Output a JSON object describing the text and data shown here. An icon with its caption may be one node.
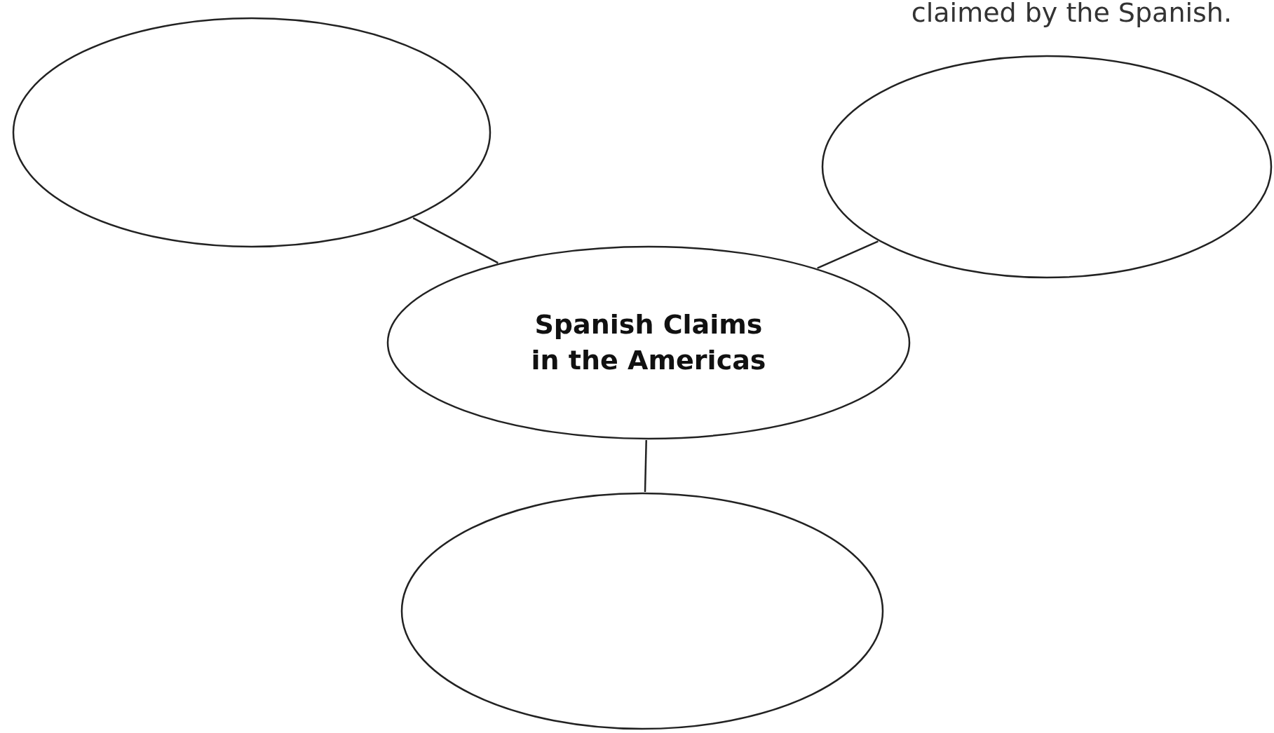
{
  "diagram": {
    "nodes": [
      {
        "text": [],
        "shape": "ellipse"
      },
      {
        "text": [],
        "shape": "ellipse"
      },
      {
        "text": [
          "Spanish Claims in the Americas"
        ]
      },
      {
        "text": [],
        "shape": "ellipse"
      }
    ],
    "edges": [
      {
        "from": 2,
        "to": 0,
        "arrow": "none"
      },
      {
        "from": 2,
        "to": 1,
        "arrow": "none"
      },
      {
        "from": 2,
        "to": 3,
        "arrow": "none"
      }
    ],
    "labels": [
      "claimed by the Spanish."
    ]
  }
}
